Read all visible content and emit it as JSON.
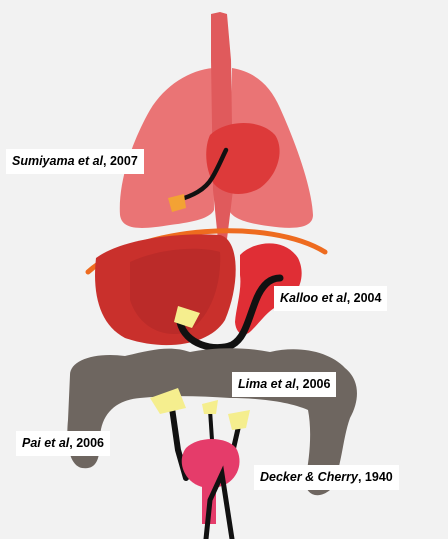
{
  "annotations": [
    {
      "id": "sumiyama",
      "author": "Sumiyama et al",
      "year": ", 2007"
    },
    {
      "id": "kalloo",
      "author": "Kalloo et al",
      "year": ", 2004"
    },
    {
      "id": "lima",
      "author": "Lima et al",
      "year": ", 2006"
    },
    {
      "id": "pai",
      "author": "Pai et al",
      "year": ", 2006"
    },
    {
      "id": "decker",
      "author": "Decker & Cherry",
      "year": ", 1940"
    }
  ],
  "colors": {
    "background": "#f2f2f2",
    "lung": "#ea7475",
    "trachea": "#e05a5c",
    "heart": "#dd3a3a",
    "liver": "#c9302c",
    "stomach": "#e02e35",
    "diaphragm": "#ee6b1f",
    "colon": "#6e6660",
    "bladder": "#e53c6a",
    "endoscope": "#111111",
    "scope_tip_lung": "#f3a234",
    "scope_tip_light": "#f5ee8e"
  }
}
